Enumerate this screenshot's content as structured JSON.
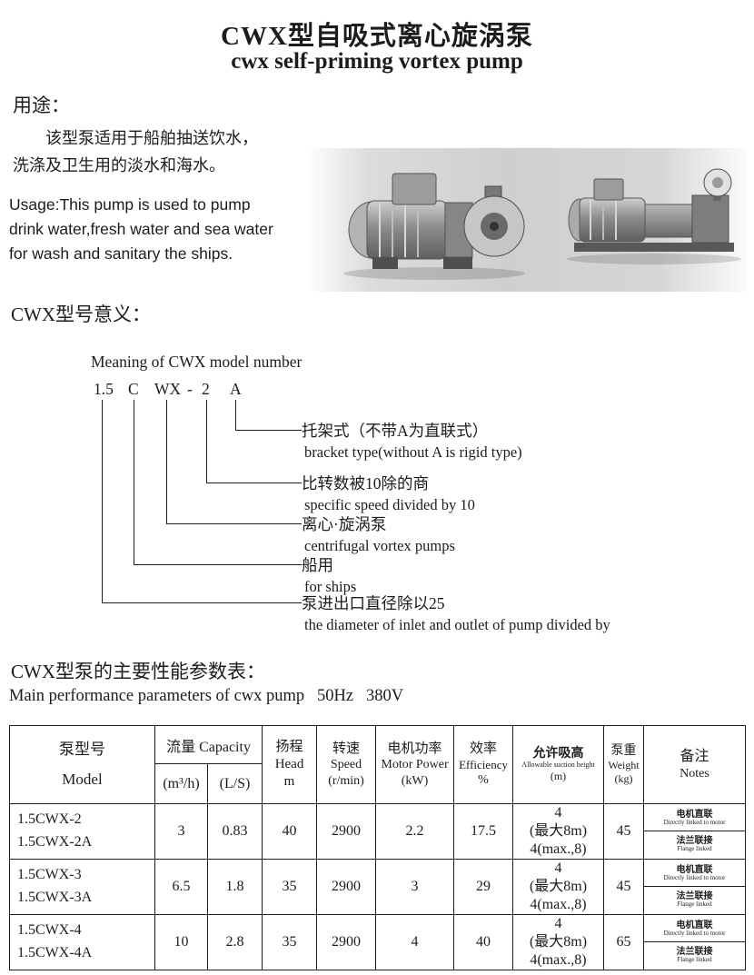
{
  "page": {
    "title_zh": "CWX型自吸式离心旋涡泵",
    "title_en": "cwx self-priming vortex pump"
  },
  "usage": {
    "heading_zh": "用途：",
    "body_zh": "该型泵适用于船舶抽送饮水，\n洗涤及卫生用的淡水和海水。",
    "body_en": "Usage:This pump is used to pump\ndrink water,fresh water and sea water\nfor wash and sanitary the ships."
  },
  "model_meaning": {
    "heading_zh": "CWX型号意义：",
    "heading_en": "Meaning of CWX model number",
    "code": {
      "p1": "1.5",
      "p2": "C",
      "p3": "WX",
      "p4": "-",
      "p5": "2",
      "p6": "A"
    },
    "annotations": [
      {
        "zh": "托架式（不带A为直联式）",
        "en": "bracket type(without  A is rigid type)"
      },
      {
        "zh": "比转数被10除的商",
        "en": "specific speed divided by 10"
      },
      {
        "zh": "离心·旋涡泵",
        "en": "centrifugal vortex pumps"
      },
      {
        "zh": "船用",
        "en": "for ships"
      },
      {
        "zh": "泵进出口直径除以25",
        "en": "the diameter of inlet and outlet of pump divided by"
      }
    ]
  },
  "params": {
    "heading_zh": "CWX型泵的主要性能参数表：",
    "heading_en": "Main performance parameters of cwx pump   50Hz   380V"
  },
  "table": {
    "headers": {
      "model_zh": "泵型号",
      "model_en": "Model",
      "capacity_zh": "流量",
      "capacity_en": "Capacity",
      "capacity_sub1": "(m³/h)",
      "capacity_sub2": "(L/S)",
      "head_zh": "扬程",
      "head_en": "Head",
      "head_unit": "m",
      "speed_zh": "转速",
      "speed_en": "Speed",
      "speed_unit": "(r/min)",
      "power_zh": "电机功率",
      "power_en": "Motor Power",
      "power_unit": "(kW)",
      "eff_zh": "效率",
      "eff_en": "Efficiency",
      "eff_unit": "%",
      "suction_zh": "允许吸高",
      "suction_en": "Allowable suction height",
      "suction_unit": "(m)",
      "weight_zh": "泵重",
      "weight_en": "Weight",
      "weight_unit": "(kg)",
      "notes_zh": "备注",
      "notes_en": "Notes"
    },
    "rows": [
      {
        "model_a": "1.5CWX-2",
        "model_b": "1.5CWX-2A",
        "cap_m3h": "3",
        "cap_ls": "0.83",
        "head": "40",
        "speed": "2900",
        "power": "2.2",
        "eff": "17.5",
        "suction": "4\n(最大8m)\n4(max.,8)",
        "weight": "45",
        "note_top_zh": "电机直联",
        "note_top_en": "Directly linked to motor",
        "note_bottom_zh": "法兰联接",
        "note_bottom_en": "Flange linked"
      },
      {
        "model_a": "1.5CWX-3",
        "model_b": "1.5CWX-3A",
        "cap_m3h": "6.5",
        "cap_ls": "1.8",
        "head": "35",
        "speed": "2900",
        "power": "3",
        "eff": "29",
        "suction": "4\n(最大8m)\n4(max.,8)",
        "weight": "45",
        "note_top_zh": "电机直联",
        "note_top_en": "Directly linked to motor",
        "note_bottom_zh": "法兰联接",
        "note_bottom_en": "Flange linked"
      },
      {
        "model_a": "1.5CWX-4",
        "model_b": "1.5CWX-4A",
        "cap_m3h": "10",
        "cap_ls": "2.8",
        "head": "35",
        "speed": "2900",
        "power": "4",
        "eff": "40",
        "suction": "4\n(最大8m)\n4(max.,8)",
        "weight": "65",
        "note_top_zh": "电机直联",
        "note_top_en": "Directly linked to motor",
        "note_bottom_zh": "法兰联接",
        "note_bottom_en": "Flange linked"
      }
    ]
  }
}
